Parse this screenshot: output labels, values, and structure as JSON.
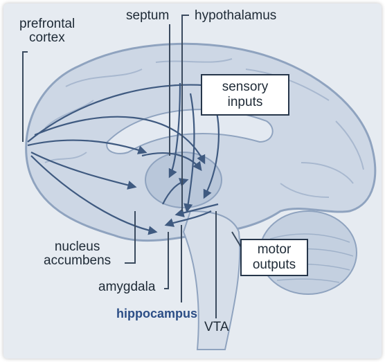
{
  "labels": {
    "prefrontal_cortex_line1": "prefrontal",
    "prefrontal_cortex_line2": "cortex",
    "septum": "septum",
    "hypothalamus": "hypothalamus",
    "nucleus_accumbens_line1": "nucleus",
    "nucleus_accumbens_line2": "accumbens",
    "amygdala": "amygdala",
    "hippocampus": "hippocampus",
    "vta": "VTA"
  },
  "boxes": {
    "sensory_inputs_line1": "sensory",
    "sensory_inputs_line2": "inputs",
    "motor_outputs_line1": "motor",
    "motor_outputs_line2": "outputs"
  },
  "colors": {
    "background": "#e6ebf1",
    "brain_outline": "#8fa3bf",
    "brain_fill": "#c9d4e3",
    "arrows": "#3f5a80",
    "label_text": "#1e2a36",
    "hippocampus_text": "#2c4e86"
  }
}
